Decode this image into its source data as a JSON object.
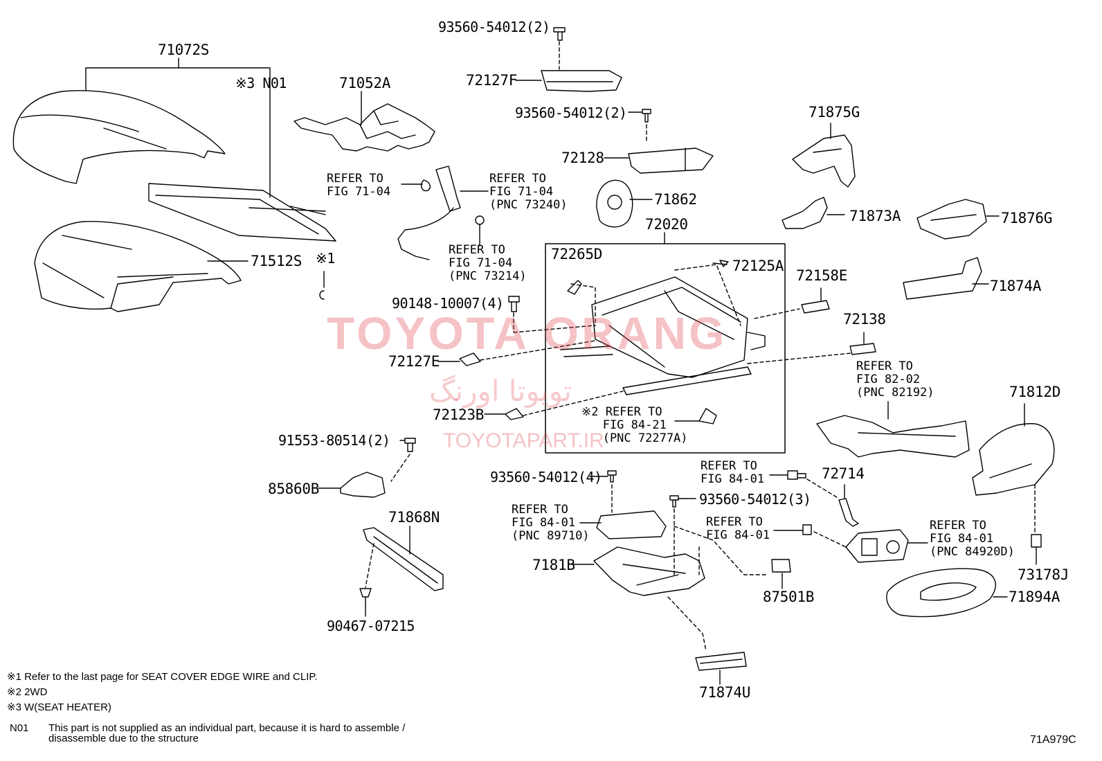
{
  "labels": {
    "p71072S": "71072S",
    "n01_marker": "※3 N01",
    "p71052A": "71052A",
    "p93560_top": "93560-54012(2)",
    "p72127F": "72127F",
    "p93560_2": "93560-54012(2)",
    "p72128": "72128",
    "p71875G": "71875G",
    "p71862": "71862",
    "p72020": "72020",
    "p71873A": "71873A",
    "p71876G": "71876G",
    "p71512S": "71512S",
    "mark1": "※1",
    "p72265D": "72265D",
    "p72125A": "72125A",
    "p72158E": "72158E",
    "p71874A": "71874A",
    "p90148": "90148-10007(4)",
    "p72138": "72138",
    "p72127E": "72127E",
    "p72123B": "72123B",
    "p71812D": "71812D",
    "p91553": "91553-80514(2)",
    "p85860B": "85860B",
    "p72714": "72714",
    "p93560_4": "93560-54012(4)",
    "p93560_3": "93560-54012(3)",
    "p71868N": "71868N",
    "p7181B": "7181B",
    "p87501B": "87501B",
    "p73178J": "73178J",
    "p71894A": "71894A",
    "p90467": "90467-07215",
    "p71874U": "71874U"
  },
  "refs": {
    "r1": "REFER TO\nFIG 71-04",
    "r2": "REFER TO\nFIG 71-04\n(PNC 73240)",
    "r3": "REFER TO\nFIG 71-04\n(PNC 73214)",
    "r4": "※2 REFER TO\n   FIG 84-21\n   (PNC 72277A)",
    "r5": "REFER TO\nFIG 82-02\n(PNC 82192)",
    "r6": "REFER TO\nFIG 84-01",
    "r7": "REFER TO\nFIG 84-01\n(PNC 89710)",
    "r8": "REFER TO\nFIG 84-01",
    "r9": "REFER TO\nFIG 84-01\n(PNC 84920D)"
  },
  "watermark": {
    "main": "TOYOTA ORANG",
    "persian": "تویوتا اورنگ",
    "site": "TOYOTAPART.IR"
  },
  "notes": {
    "n1": "※1 Refer to the last page for SEAT COVER EDGE WIRE and CLIP.",
    "n2": "※2 2WD",
    "n3": "※3 W(SEAT HEATER)",
    "n01_code": "N01",
    "n01_line1": "This part is not supplied as an individual part, because it is hard to assemble /",
    "n01_line2": "disassemble due to the structure",
    "figure_code": "71A979C"
  }
}
